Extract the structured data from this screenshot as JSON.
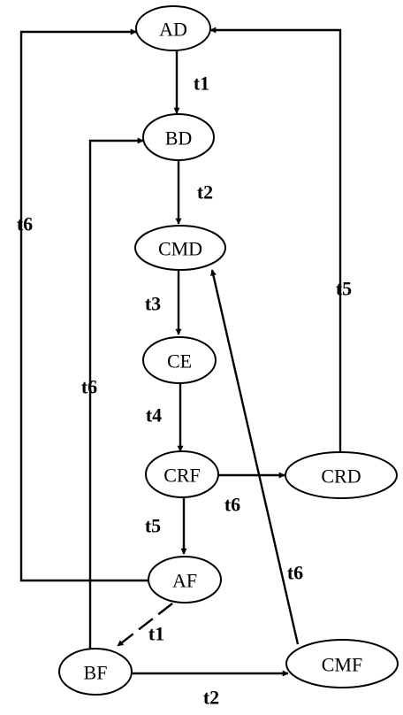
{
  "nodes": {
    "AD": "AD",
    "BD": "BD",
    "CMD": "CMD",
    "CE": "CE",
    "CRF": "CRF",
    "CRD": "CRD",
    "AF": "AF",
    "BF": "BF",
    "CMF": "CMF"
  },
  "edges": {
    "ad_bd": {
      "from": "AD",
      "to": "BD",
      "label": "t1"
    },
    "bd_cmd": {
      "from": "BD",
      "to": "CMD",
      "label": "t2"
    },
    "cmd_ce": {
      "from": "CMD",
      "to": "CE",
      "label": "t3"
    },
    "ce_crf": {
      "from": "CE",
      "to": "CRF",
      "label": "t4"
    },
    "crf_af": {
      "from": "CRF",
      "to": "AF",
      "label": "t5"
    },
    "crf_crd": {
      "from": "CRF",
      "to": "CRD",
      "label": "t6"
    },
    "crd_ad": {
      "from": "CRD",
      "to": "AD",
      "label": "t5"
    },
    "af_ad": {
      "from": "AF",
      "to": "AD",
      "label": "t6"
    },
    "bf_bd": {
      "from": "BF",
      "to": "BD",
      "label": "t6"
    },
    "cmf_cmd": {
      "from": "CMF",
      "to": "CMD",
      "label": "t6"
    },
    "af_bf": {
      "from": "AF",
      "to": "BF",
      "label": "t1"
    },
    "bf_cmf": {
      "from": "BF",
      "to": "CMF",
      "label": "t2"
    }
  },
  "colors": {
    "stroke": "#000000",
    "fill": "#ffffff"
  }
}
